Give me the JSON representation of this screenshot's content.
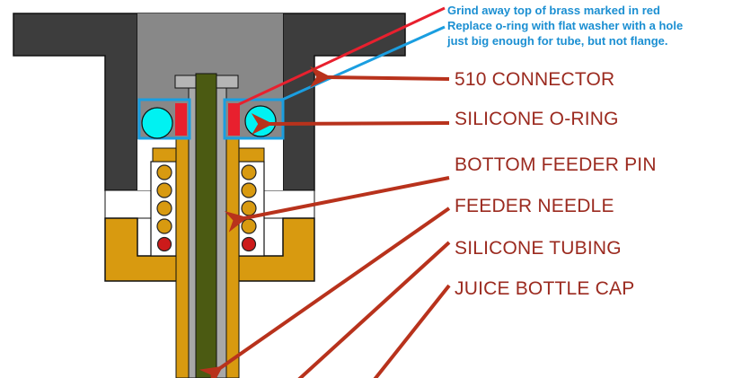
{
  "notes": {
    "line1": "Grind away top of brass marked in red",
    "line2": "Replace o-ring with flat washer with a hole",
    "line3": "just big enough for tube, but not flange."
  },
  "labels": {
    "connector": "510 CONNECTOR",
    "oring": "SILICONE O-RING",
    "feeder_pin": "BOTTOM FEEDER PIN",
    "feeder_needle": "FEEDER NEEDLE",
    "tubing": "SILICONE TUBING",
    "cap": "JUICE BOTTLE CAP"
  },
  "colors": {
    "label_text": "#9b2a1f",
    "arrow": "#b8321c",
    "note_text": "#1b8fd2",
    "marker_red": "#e8202e",
    "marker_blue": "#1a9ee0",
    "brass": "#d89a10",
    "dark_gray": "#3d3d3d",
    "mid_gray": "#888888",
    "needle": "#4b5a12",
    "oring": "#00f2f2"
  }
}
